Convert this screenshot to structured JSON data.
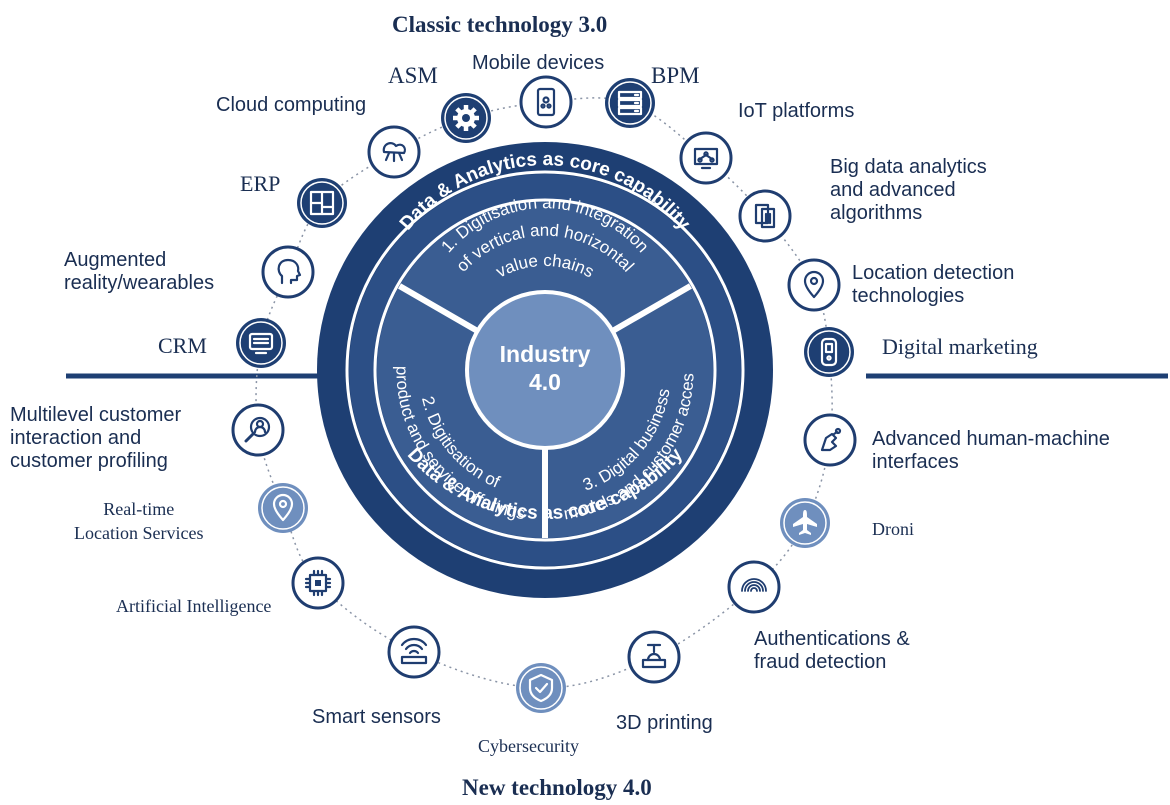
{
  "colors": {
    "navy": "#1e3f73",
    "mid_blue": "#3a5d92",
    "light_blue": "#6f8fbe",
    "text": "#1a2e52",
    "icon_fill": "#1f3d70",
    "dotted": "#8a94a6"
  },
  "headings": {
    "top": "Classic technology 3.0",
    "bottom": "New technology 4.0"
  },
  "center": {
    "title": "Industry 4.0"
  },
  "ring": {
    "top": "Data & Analytics as core capability",
    "bottom": "Data & Analytics as core capability"
  },
  "segments": [
    {
      "label_lines": [
        "1. Digitisation and integration",
        "of vertical and horizontal",
        "value chains"
      ]
    },
    {
      "label_lines": [
        "2. Digitisation of",
        "product and service offerings"
      ]
    },
    {
      "label_lines": [
        "3. Digital business",
        "models and customer access"
      ]
    }
  ],
  "technologies": [
    {
      "label": "CRM",
      "icon": "monitor-icon",
      "font": "serif"
    },
    {
      "label": "Augmented\nreality/wearables",
      "icon": "head-profile-icon",
      "font": "sans"
    },
    {
      "label": "ERP",
      "icon": "grid-layout-icon",
      "font": "serif"
    },
    {
      "label": "Cloud computing",
      "icon": "cloud-network-icon",
      "font": "sans"
    },
    {
      "label": "ASM",
      "icon": "gear-icon",
      "font": "serif"
    },
    {
      "label": "Mobile devices",
      "icon": "smartphone-icon",
      "font": "sans"
    },
    {
      "label": "BPM",
      "icon": "server-stack-icon",
      "font": "serif"
    },
    {
      "label": "IoT platforms",
      "icon": "network-monitor-icon",
      "font": "sans"
    },
    {
      "label": "Big data analytics\nand advanced\nalgorithms",
      "icon": "data-docs-icon",
      "font": "sans"
    },
    {
      "label": "Location detection\ntechnologies",
      "icon": "map-pin-icon",
      "font": "sans"
    },
    {
      "label": "Digital marketing",
      "icon": "remote-device-icon",
      "font": "serif"
    },
    {
      "label": "Advanced human-machine\ninterfaces",
      "icon": "robot-hand-icon",
      "font": "sans"
    },
    {
      "label": "Droni",
      "icon": "airplane-icon",
      "font": "serif"
    },
    {
      "label": "Authentications &\nfraud detection",
      "icon": "fingerprint-icon",
      "font": "sans"
    },
    {
      "label": "3D printing",
      "icon": "printer-3d-icon",
      "font": "sans"
    },
    {
      "label": "Cybersecurity",
      "icon": "shield-check-icon",
      "font": "serif"
    },
    {
      "label": "Smart sensors",
      "icon": "sensor-icon",
      "font": "sans"
    },
    {
      "label": "Artificial Intelligence",
      "icon": "chip-icon",
      "font": "serif"
    },
    {
      "label": "Real-time\nLocation Services",
      "icon": "location-pin-icon",
      "font": "serif"
    },
    {
      "label": "Multilevel customer\ninteraction and\ncustomer profiling",
      "icon": "user-search-icon",
      "font": "sans"
    }
  ]
}
